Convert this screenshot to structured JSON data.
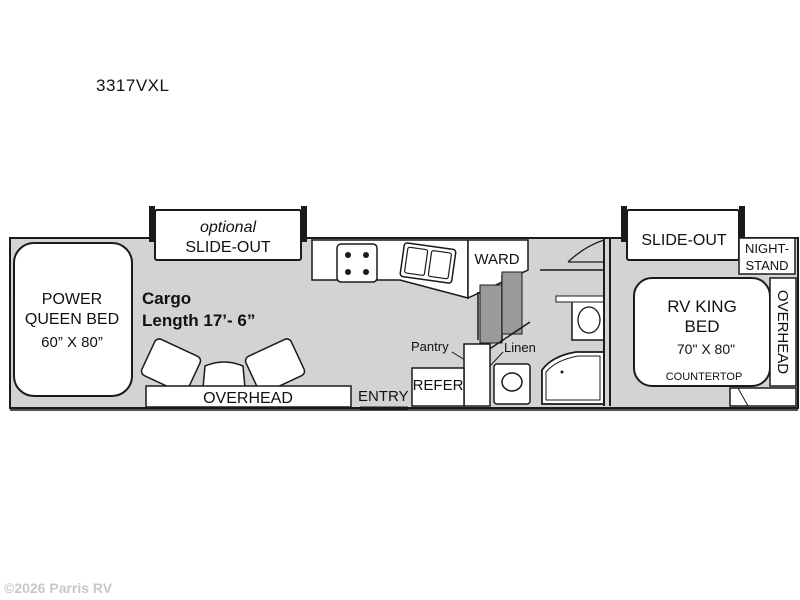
{
  "model": "3317VXL",
  "copyright": "©2026 Parris RV",
  "labels": {
    "bed_front": [
      "POWER",
      "QUEEN BED"
    ],
    "bed_front_size": "60” X 80”",
    "cargo_title": "Cargo",
    "cargo_length": "Length 17’- 6”",
    "slide_front_opt": "optional",
    "slide_front": "SLIDE-OUT",
    "overhead_front": "OVERHEAD",
    "entry": "ENTRY",
    "ward": "WARD",
    "pantry": "Pantry",
    "linen": "Linen",
    "refer": "REFER",
    "slide_rear": "SLIDE-OUT",
    "nightstand": [
      "NIGHT-",
      "STAND"
    ],
    "bed_rear": [
      "RV KING",
      "BED"
    ],
    "bed_rear_size": "70\" X 80\"",
    "countertop": "COUNTERTOP",
    "overhead_rear": "OVERHEAD"
  },
  "colors": {
    "floor": "#d3d3d3",
    "wall": "#1a1a1a",
    "fixture": "#ffffff",
    "watermark": "#c8c8c8"
  }
}
